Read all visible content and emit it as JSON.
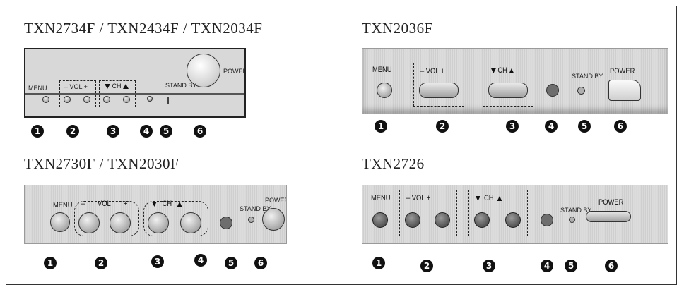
{
  "sections": [
    {
      "title": "TXN2734F / TXN2434F / TXN2034F",
      "labels": {
        "menu": "MENU",
        "vol": "– VOL +",
        "ch": "CH",
        "standby": "STAND BY",
        "power": "POWER"
      }
    },
    {
      "title": "TXN2036F",
      "labels": {
        "menu": "MENU",
        "vol": "– VOL +",
        "ch": "CH",
        "standby": "STAND BY",
        "power": "POWER"
      }
    },
    {
      "title": "TXN2730F / TXN2030F",
      "labels": {
        "menu": "MENU",
        "vol_minus": "–",
        "vol": "VOL",
        "vol_plus": "+",
        "ch": "CH",
        "standby": "STAND BY",
        "power": "POWER"
      }
    },
    {
      "title": "TXN2726",
      "labels": {
        "menu": "MENU",
        "vol": "– VOL +",
        "ch": "CH",
        "standby": "STAND BY",
        "power": "POWER"
      }
    }
  ],
  "callouts": [
    "1",
    "2",
    "3",
    "4",
    "5",
    "6"
  ],
  "colors": {
    "border": "#333333",
    "callout": "#111111",
    "panel": "#d6d6d6"
  }
}
